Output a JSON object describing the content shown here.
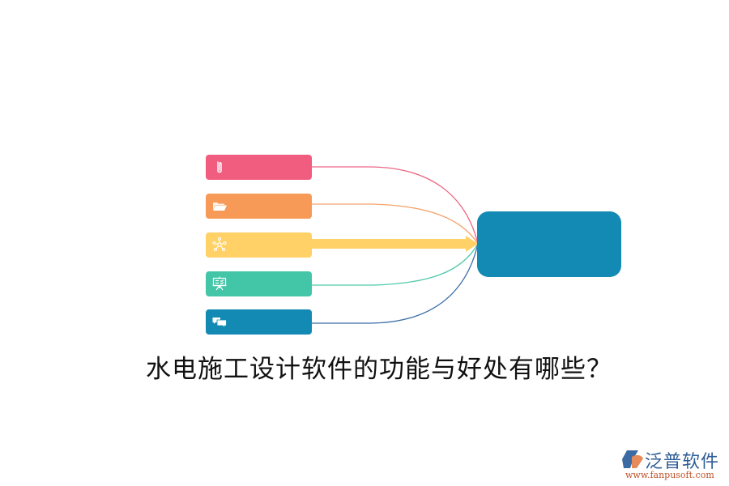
{
  "diagram": {
    "title": "水电施工设计软件的功能与好处有哪些？",
    "hub": {
      "label": "",
      "color": "#128ab3"
    },
    "nodes": [
      {
        "label": "",
        "icon": "paperclip-icon",
        "color": "#f05d7e",
        "line_color": "#ec6585"
      },
      {
        "label": "",
        "icon": "folder-open-icon",
        "color": "#f79a57",
        "line_color": "#f5a26b"
      },
      {
        "label": "",
        "icon": "network-icon",
        "color": "#ffd166",
        "line_color": "#ffd166",
        "highlighted": true
      },
      {
        "label": "",
        "icon": "presentation-board-icon",
        "color": "#43c6a8",
        "line_color": "#4dc9aa"
      },
      {
        "label": "",
        "icon": "chat-bubbles-icon",
        "color": "#128ab3",
        "line_color": "#3a6ea8"
      }
    ]
  },
  "branding": {
    "name": "泛普软件",
    "url": "www.fanpusoft.com",
    "logo_icon": "fanpu-logo-icon"
  }
}
